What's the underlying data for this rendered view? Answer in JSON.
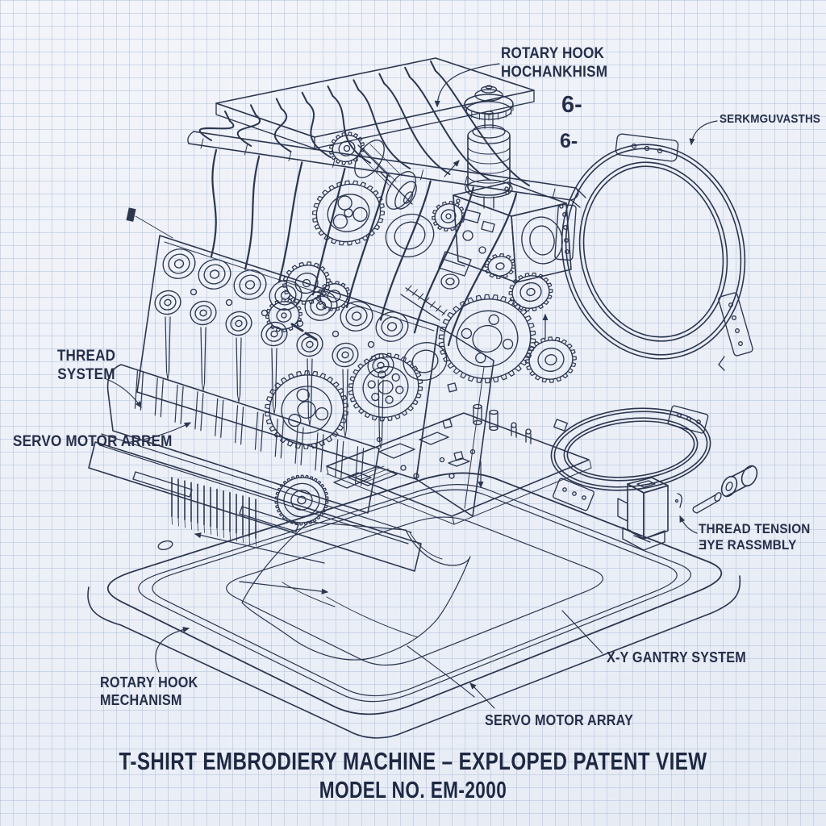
{
  "palette": {
    "paper": "#eef1f7",
    "grid": "#b0c1dd",
    "ink": "#2c364f",
    "label_text": "#262f4a",
    "title_text": "#1d2843"
  },
  "annotations": {
    "rotary_hook_top": {
      "line1": "ROTARY HOOK",
      "line2": "HOCHANKHISM"
    },
    "hoop_label": {
      "line1": "SERKMGUVASTHS"
    },
    "ref_numbers": {
      "n1": "6-",
      "n2": "6-"
    },
    "thread_system": {
      "line1": "THREAD",
      "line2": "SYSTEM"
    },
    "servo_motor_left": {
      "line1": "SERVO MOTOR ARREM"
    },
    "rotary_hook_bottom": {
      "line1": "ROTARY HOOK",
      "line2": "MECHANISM"
    },
    "servo_motor_bottom": {
      "line1": "SERVO MOTOR ARRAY"
    },
    "xy_gantry": {
      "line1": "X-Y GANTRY SYSTEM"
    },
    "thread_tension": {
      "line1": "THREAD TENSION",
      "line2": "ƎYE RASSMBLY"
    }
  },
  "title": {
    "line1": "T-SHIRT EMBRODIERY MACHINE – EXPLOPED PATENT VIEW",
    "line2": "MODEL NO. EM-2000"
  }
}
